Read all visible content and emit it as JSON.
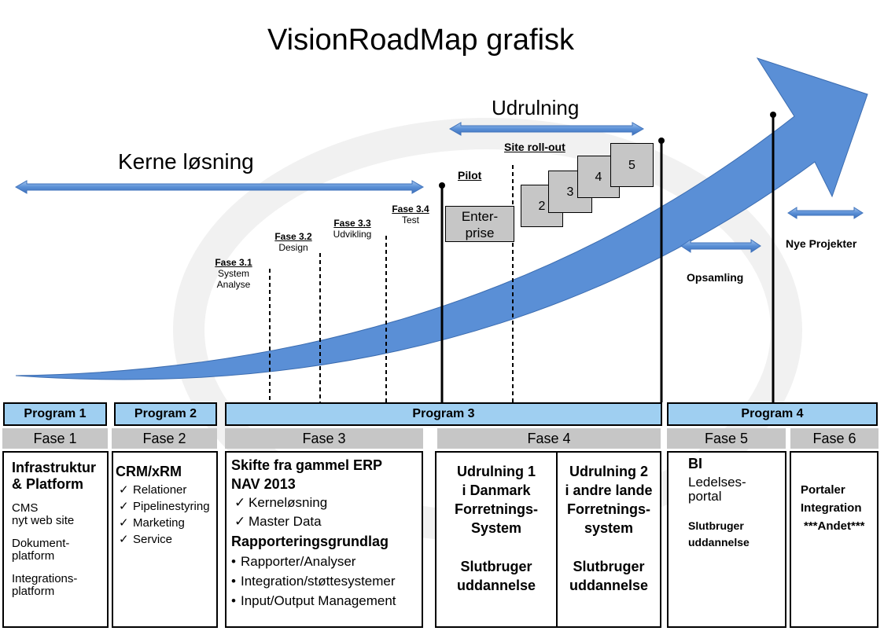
{
  "title": "VisionRoadMap grafisk",
  "arrows": {
    "kerne": "Kerne løsning",
    "udrulning": "Udrulning",
    "opsamling": "Opsamling",
    "nye": "Nye Projekter"
  },
  "phases": [
    {
      "code": "Fase 3.1",
      "name": "System\nAnalyse"
    },
    {
      "code": "Fase 3.2",
      "name": "Design"
    },
    {
      "code": "Fase 3.3",
      "name": "Udvikling"
    },
    {
      "code": "Fase 3.4",
      "name": "Test"
    }
  ],
  "pilot": "Pilot",
  "site_rollout": "Site roll-out",
  "enterprise": "Enter-\nprise",
  "steps": [
    "2",
    "3",
    "4",
    "5"
  ],
  "programs": [
    "Program 1",
    "Program 2",
    "Program 3",
    "Program 4"
  ],
  "fases": [
    "Fase 1",
    "Fase 2",
    "Fase 3",
    "Fase 4",
    "Fase 5",
    "Fase 6"
  ],
  "box1": {
    "title": "Infrastruktur\n& Platform",
    "items": [
      "CMS\nnyt web site",
      "Dokument-\nplatform",
      "Integrations-\nplatform"
    ]
  },
  "box2": {
    "title": "CRM/xRM",
    "items": [
      "Relationer",
      "Pipelinestyring",
      "Marketing",
      "Service"
    ]
  },
  "box3": {
    "title": "Skifte fra gammel ERP\nNAV 2013",
    "checks": [
      "Kerneløsning",
      "Master Data"
    ],
    "subtitle": "Rapporteringsgrundlag",
    "bullets": [
      "Rapporter/Analyser",
      "Integration/støttesystemer",
      "Input/Output Management"
    ]
  },
  "box4a": {
    "title": "Udrulning 1\ni Danmark\nForretnings-\nSystem",
    "sub": "Slutbruger\nuddannelse"
  },
  "box4b": {
    "title": "Udrulning 2\ni andre lande\nForretnings-\nsystem",
    "sub": "Slutbruger\nuddannelse"
  },
  "box5": {
    "title": "BI",
    "item": "Ledelses-\nportal",
    "sub": "Slutbruger\nuddannelse"
  },
  "box6": {
    "lines": [
      "Portaler",
      "Integration",
      "***Andet***"
    ]
  },
  "colors": {
    "arrow": "#5a8fd6",
    "program": "#9fcff1",
    "fase": "#c6c6c6"
  }
}
